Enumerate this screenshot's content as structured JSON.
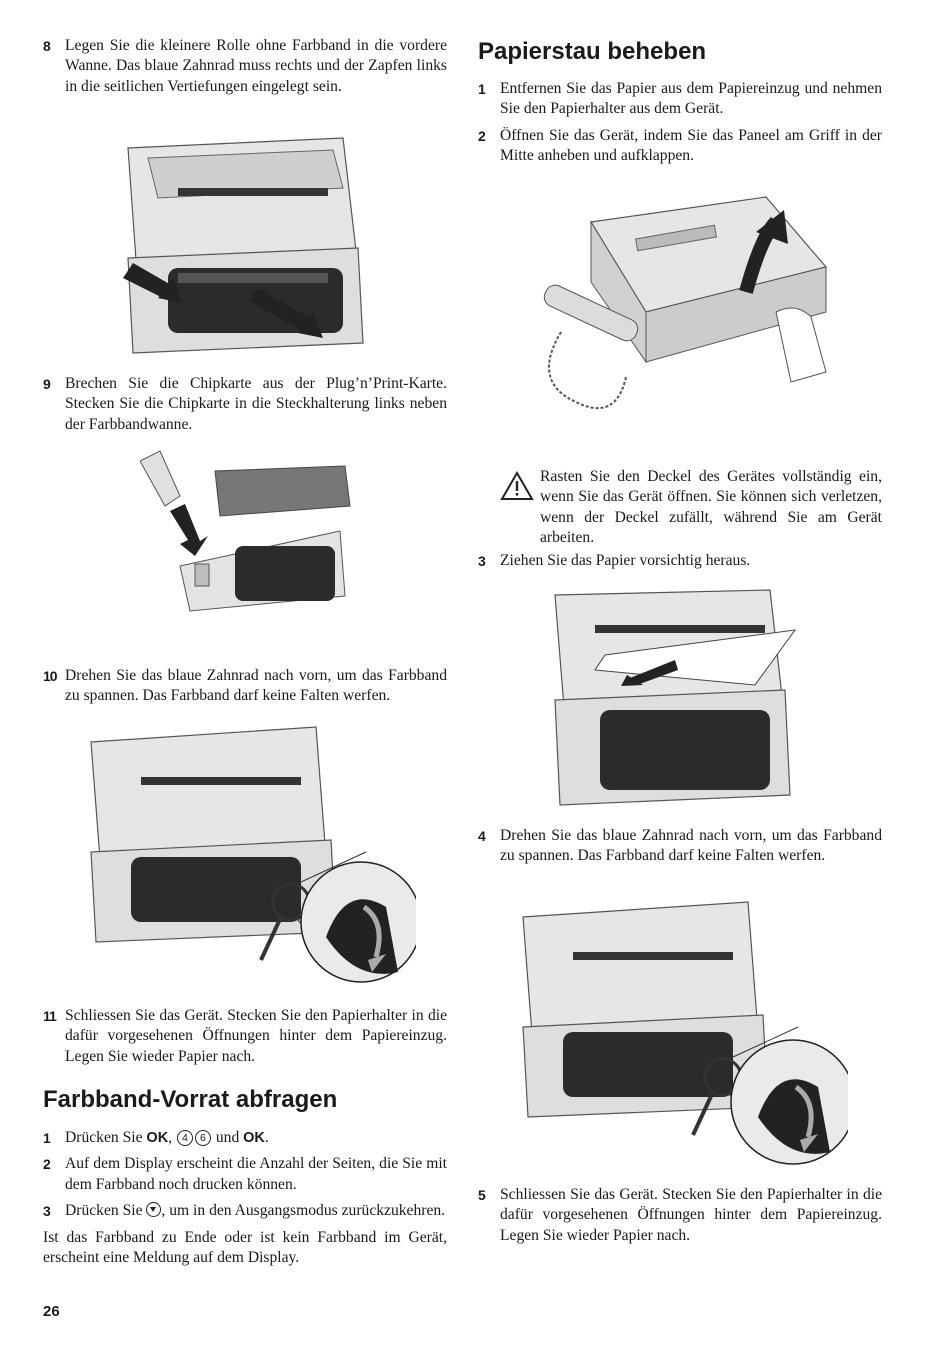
{
  "left": {
    "steps": [
      {
        "num": "8",
        "text": "Legen Sie die kleinere Rolle ohne Farbband in die vordere Wanne. Das blaue Zahnrad muss rechts und der Zapfen links in die seitlichen Vertiefungen eingelegt sein."
      },
      {
        "num": "9",
        "text": "Brechen Sie die Chipkarte aus der Plug’n’Print-Karte. Stecken Sie die Chipkarte in die Steckhalterung links neben der Farbbandwanne."
      },
      {
        "num": "10",
        "text": "Drehen Sie das blaue Zahnrad nach vorn, um das Farbband zu spannen. Das Farbband darf keine Falten werfen."
      },
      {
        "num": "11",
        "text": "Schliessen Sie das Gerät. Stecken Sie den Papierhalter in die dafür vorgesehenen Öffnungen hinter dem Papiereinzug. Legen Sie wieder Papier nach."
      }
    ],
    "section_title": "Farbband-Vorrat abfragen",
    "sub_steps": [
      {
        "num": "1",
        "pre": "Drücken Sie ",
        "ok1": "OK",
        "sep": ", ",
        "k1": "4",
        "k2": "6",
        "and": " und ",
        "ok2": "OK",
        "post": "."
      },
      {
        "num": "2",
        "text": "Auf dem Display erscheint die Anzahl der Seiten, die Sie mit dem Farbband noch drucken können."
      },
      {
        "num": "3",
        "pre": "Drücken Sie ",
        "post": ", um in den Ausgangsmodus zurückzukehren."
      }
    ],
    "closing": "Ist das Farbband zu Ende oder ist kein Farbband im Gerät, erscheint eine Meldung auf dem Display."
  },
  "right": {
    "section_title": "Papierstau beheben",
    "steps": [
      {
        "num": "1",
        "text": "Entfernen Sie das Papier aus dem Papiereinzug und nehmen Sie den Papierhalter aus dem Gerät."
      },
      {
        "num": "2",
        "text": "Öffnen Sie das Gerät, indem Sie das Paneel am Griff in der Mitte anheben und aufklappen."
      },
      {
        "num": "3",
        "text": "Ziehen Sie das Papier vorsichtig heraus."
      },
      {
        "num": "4",
        "text": "Drehen Sie das blaue Zahnrad nach vorn, um das Farbband zu spannen. Das Farbband darf keine Falten werfen."
      },
      {
        "num": "5",
        "text": "Schliessen Sie das Gerät. Stecken Sie den Papierhalter in die dafür vorgesehenen Öffnungen hinter dem Papiereinzug. Legen Sie wieder Papier nach."
      }
    ],
    "warning": "Rasten Sie den Deckel des Gerätes vollständig ein, wenn Sie das Gerät öffnen. Sie können sich verletzen, wenn der Deckel zufällt, während Sie am Gerät arbeiten."
  },
  "page_number": "26",
  "icons": {
    "warning": "warning-triangle-icon",
    "stop": "stop-key-icon"
  },
  "colors": {
    "text": "#1a1a1a",
    "device_gray": "#d9d9d9",
    "roller_dark": "#2b2b2b"
  }
}
